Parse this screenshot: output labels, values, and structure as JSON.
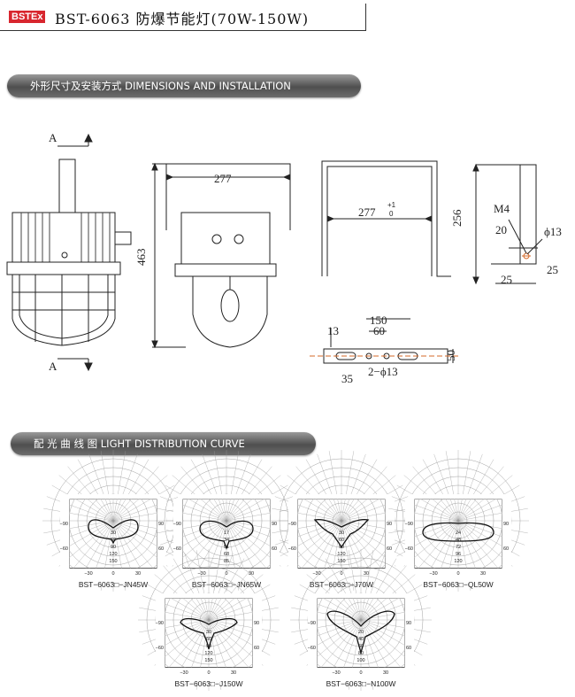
{
  "header": {
    "brand": "BSTEx",
    "title": "BST-6063 防爆节能灯(70W-150W)"
  },
  "sections": {
    "dimensions": "外形尺寸及安装方式 DIMENSIONS AND INSTALLATION",
    "light_curve": "配 光 曲 线 图    LIGHT DISTRIBUTION CURVE"
  },
  "drawing": {
    "section_marker": "A",
    "dim_277": "277",
    "dim_463": "463",
    "dim_277_tol": "277",
    "tol_plus": "+1",
    "tol_zero": "0",
    "dim_256": "256",
    "m4": "M4",
    "dim_20": "20",
    "phi13": "ϕ13",
    "dim_25a": "25",
    "dim_25b": "25",
    "dim_150": "150",
    "dim_13": "13",
    "dim_60": "60",
    "dim_50": "50",
    "dim_35": "35",
    "holes": "2−ϕ13"
  },
  "polar_labels": {
    "left_top": "−90",
    "left_mid": "−60",
    "right_top": "90",
    "right_mid": "60",
    "bottom_left": "−30",
    "bottom_center": "0",
    "bottom_right": "30"
  },
  "diagrams": [
    {
      "caption": "BST−6063□−JN45W",
      "radial": [
        "30",
        "60",
        "90",
        "120",
        "150"
      ]
    },
    {
      "caption": "BST−6063□−JN65W",
      "radial": [
        "17",
        "34",
        "51",
        "68",
        "85"
      ]
    },
    {
      "caption": "BST−6063□−J70W",
      "radial": [
        "30",
        "60",
        "90",
        "120",
        "150"
      ]
    },
    {
      "caption": "BST−6063□−QL50W",
      "radial": [
        "24",
        "48",
        "72",
        "96",
        "120"
      ]
    },
    {
      "caption": "BST−6063□−J150W",
      "radial": [
        "30",
        "60",
        "90",
        "120",
        "150"
      ]
    },
    {
      "caption": "BST−6063□−N100W",
      "radial": [
        "20",
        "40",
        "60",
        "80",
        "100"
      ]
    }
  ]
}
